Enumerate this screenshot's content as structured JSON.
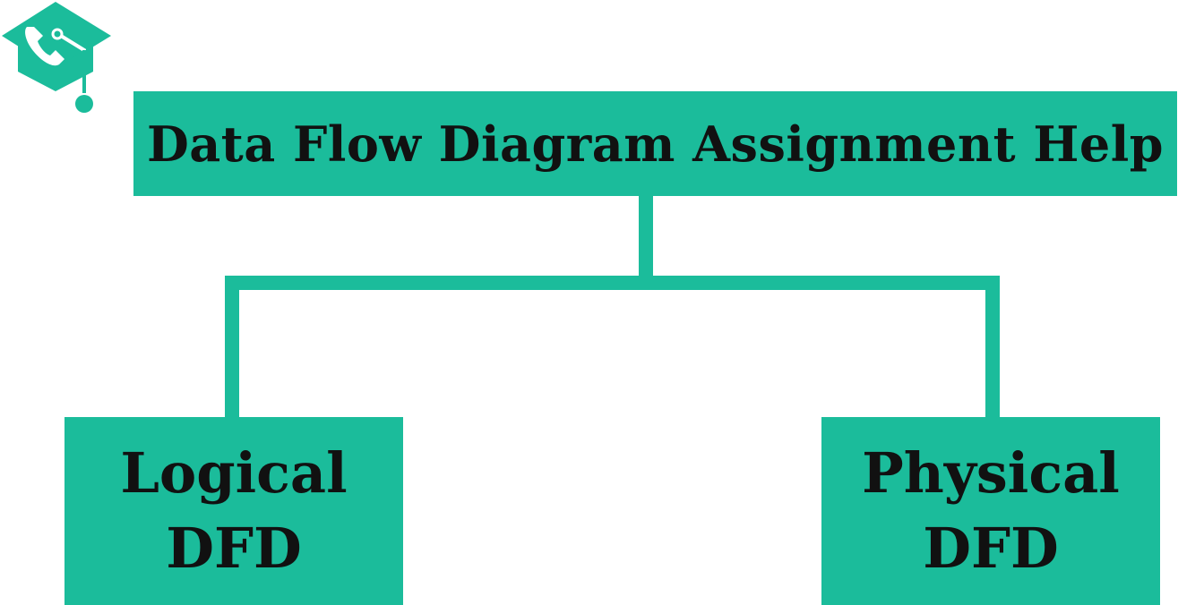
{
  "colors": {
    "accent": "#1bbc9b",
    "text": "#111111",
    "background": "#ffffff"
  },
  "logo": {
    "icon": "graduation-cap-phone-icon"
  },
  "title": {
    "label": "Data Flow Diagram Assignment Help"
  },
  "nodes": [
    {
      "line1": "Logical",
      "line2": "DFD"
    },
    {
      "line1": "Physical",
      "line2": "DFD"
    }
  ]
}
